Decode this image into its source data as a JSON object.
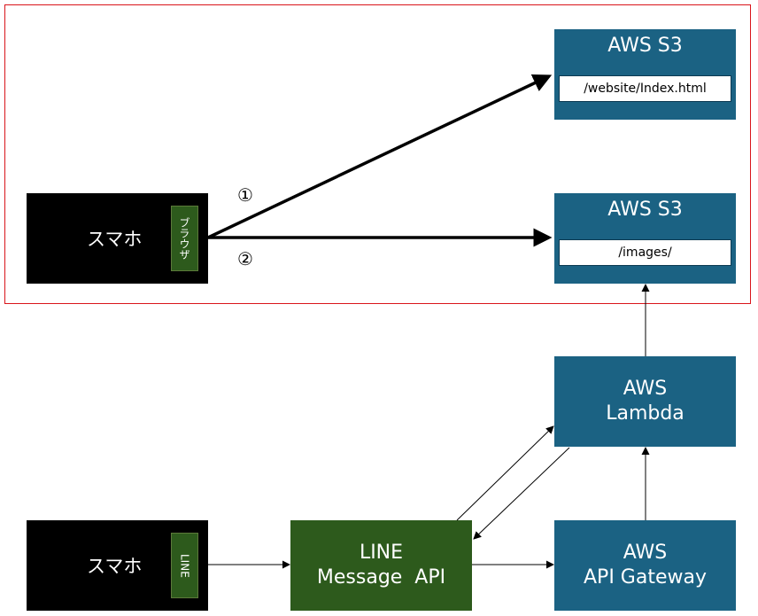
{
  "s3_top": {
    "title": "AWS S3",
    "path": "/website/Index.html"
  },
  "s3_mid": {
    "title": "AWS S3",
    "path": "/images/"
  },
  "phone_browser": {
    "label": "スマホ",
    "tag": "ブラウザ"
  },
  "phone_line": {
    "label": "スマホ",
    "tag": "LINE"
  },
  "lambda": {
    "line1": "AWS",
    "line2": "Lambda"
  },
  "line_api": {
    "line1": "LINE",
    "line2": "Message  API"
  },
  "gateway": {
    "line1": "AWS",
    "line2": "API Gateway"
  },
  "markers": {
    "one": "①",
    "two": "②"
  },
  "colors": {
    "aws": "#1b6283",
    "phone": "#000000",
    "line_green": "#2d5a1c",
    "frame": "#d9151b"
  }
}
